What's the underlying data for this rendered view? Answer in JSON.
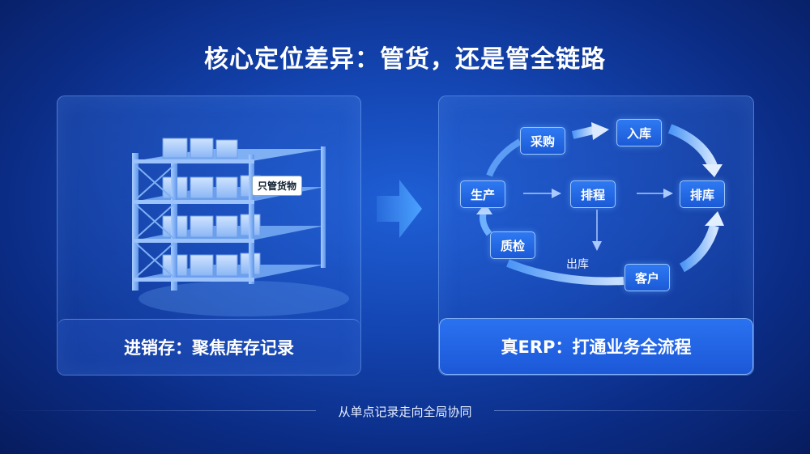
{
  "title": "核心定位差异：管货，还是管全链路",
  "left_panel": {
    "tag": "只管货物",
    "caption": "进销存：聚焦库存记录"
  },
  "right_panel": {
    "nodes": {
      "caigou": "采购",
      "ruku": "入库",
      "shengchan": "生产",
      "paicheng": "排程",
      "paiku": "排库",
      "zhijian": "质检",
      "kehu": "客户"
    },
    "flow_label": "出库",
    "caption": "真ERP：打通业务全流程"
  },
  "footer": "从单点记录走向全局协同"
}
